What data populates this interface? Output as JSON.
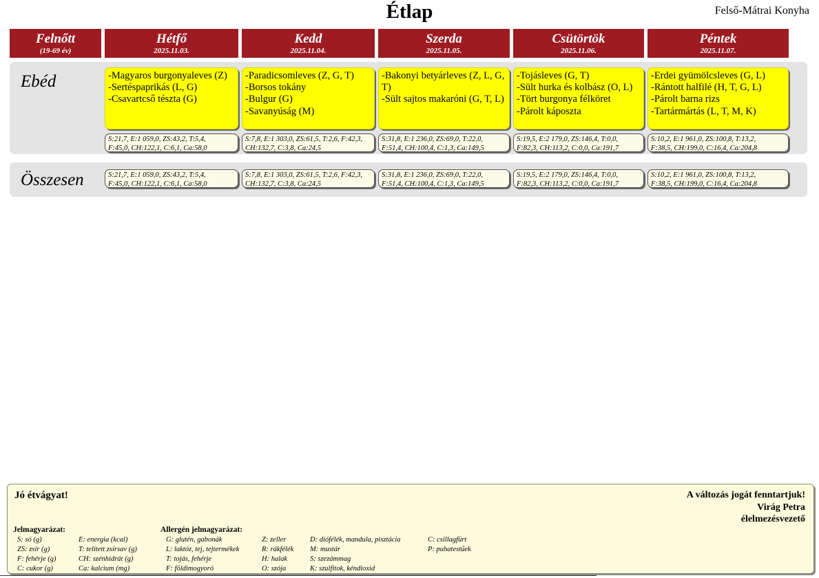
{
  "header": {
    "title": "Étlap",
    "kitchen": "Felső-Mátrai Konyha"
  },
  "columns": [
    {
      "name": "Felnőtt",
      "date": "(19-69 év)"
    },
    {
      "name": "Hétfő",
      "date": "2025.11.03."
    },
    {
      "name": "Kedd",
      "date": "2025.11.04."
    },
    {
      "name": "Szerda",
      "date": "2025.11.05."
    },
    {
      "name": "Csütörtök",
      "date": "2025.11.06."
    },
    {
      "name": "Péntek",
      "date": "2025.11.07."
    }
  ],
  "rows": {
    "lunch_label": "Ebéd",
    "total_label": "Összesen"
  },
  "lunch": {
    "monday": {
      "dishes": [
        "-Magyaros burgonyaleves (Z)",
        "-Sertéspaprikás (L, G)",
        "-Csavartcső tészta (G)"
      ],
      "nutrition_line1": "S:21,7, E:1 059,0, ZS:43,2, T:5,4,",
      "nutrition_line2": "F:45,0, CH:122,1, C:6,1, Ca:58,0"
    },
    "tuesday": {
      "dishes": [
        "-Paradicsomleves (Z, G, T)",
        "-Borsos tokány",
        "-Bulgur (G)",
        "-Savanyúság (M)"
      ],
      "nutrition_line1": "S:7,8, E:1 303,0, ZS:61,5, T:2,6, F:42,3,",
      "nutrition_line2": "CH:132,7, C:3,8, Ca:24,5"
    },
    "wednesday": {
      "dishes": [
        "-Bakonyi betyárleves  (Z, L, G, T)",
        "-Sült sajtos makaróni (G, T, L)"
      ],
      "nutrition_line1": "S:31,8, E:1 236,0, ZS:69,0, T:22,0,",
      "nutrition_line2": "F:51,4, CH:100,4, C:1,3, Ca:149,5"
    },
    "thursday": {
      "dishes": [
        "-Tojásleves (G, T)",
        "-Sült hurka és kolbász (O, L)",
        "-Tört burgonya félköret",
        "-Párolt káposzta"
      ],
      "nutrition_line1": "S:19,5, E:2 179,0, ZS:146,4, T:0,0,",
      "nutrition_line2": "F:82,3, CH:113,2, C:0,0, Ca:191,7"
    },
    "friday": {
      "dishes": [
        "-Erdei gyümölcsleves (G, L)",
        "-Rántott halfilé  (H, T, G, L)",
        "-Párolt barna rizs",
        "-Tartármártás (L, T, M, K)"
      ],
      "nutrition_line1": "S:10,2, E:1 961,0, ZS:100,8, T:13,2,",
      "nutrition_line2": "F:38,5, CH:199,0, C:16,4, Ca:204,8"
    }
  },
  "total": {
    "monday": {
      "line1": "S:21,7, E:1 059,0, ZS:43,2, T:5,4,",
      "line2": "F:45,0, CH:122,1, C:6,1, Ca:58,0"
    },
    "tuesday": {
      "line1": "S:7,8, E:1 303,0, ZS:61,5, T:2,6, F:42,3,",
      "line2": "CH:132,7, C:3,8, Ca:24,5"
    },
    "wednesday": {
      "line1": "S:31,8, E:1 236,0, ZS:69,0, T:22,0,",
      "line2": "F:51,4, CH:100,4, C:1,3, Ca:149,5"
    },
    "thursday": {
      "line1": "S:19,5, E:2 179,0, ZS:146,4, T:0,0,",
      "line2": "F:82,3, CH:113,2, C:0,0, Ca:191,7"
    },
    "friday": {
      "line1": "S:10,2, E:1 961,0, ZS:100,8, T:13,2,",
      "line2": "F:38,5, CH:199,0, C:16,4, Ca:204,8"
    }
  },
  "footer": {
    "bon_appetit": "Jó étvágyat!",
    "disclaimer": "A változás jogát fenntartjuk!",
    "signer_name": "Virág Petra",
    "signer_role": "élelmezésvezető",
    "legend_title_nutrition": "Jelmagyarázat:",
    "legend_title_allergen": "Allergén jelmagyarázat:",
    "nutrition_col1": [
      "S: só (g)",
      "ZS: zsír (g)",
      "F: fehérje (g)",
      "C: cukor (g)"
    ],
    "nutrition_col2": [
      "E: energia (kcal)",
      "T: telített zsírsav (g)",
      "CH: szénhidrát (g)",
      "Ca: kalcium (mg)"
    ],
    "allergen_col1": [
      "G: glutén, gabonák",
      "L: laktóz, tej, tejtermékek",
      "T: tojás, fehérje",
      "F: földimogyoró"
    ],
    "allergen_col2": [
      "Z: zeller",
      "R: rákfélék",
      "H: halak",
      "O: szója"
    ],
    "allergen_col3": [
      "D: diófélék, mandula, pisztácia",
      "M: mustár",
      "S: szezámmag",
      "K: szulfitok, kéndioxid"
    ],
    "allergen_col4": [
      "C: csillagfürt",
      "P: puhatestűek"
    ]
  },
  "colors": {
    "header_red": "#9e1b22",
    "dish_yellow": "#ffff00",
    "nutrition_cream": "#fbfbe7",
    "block_gray": "#e4e4e4",
    "footer_cream": "#fdfbdd"
  },
  "layout": {
    "columns_x": [
      14,
      152,
      351,
      549,
      745,
      940
    ],
    "columns_w": [
      133,
      194,
      193,
      191,
      190,
      205
    ]
  }
}
